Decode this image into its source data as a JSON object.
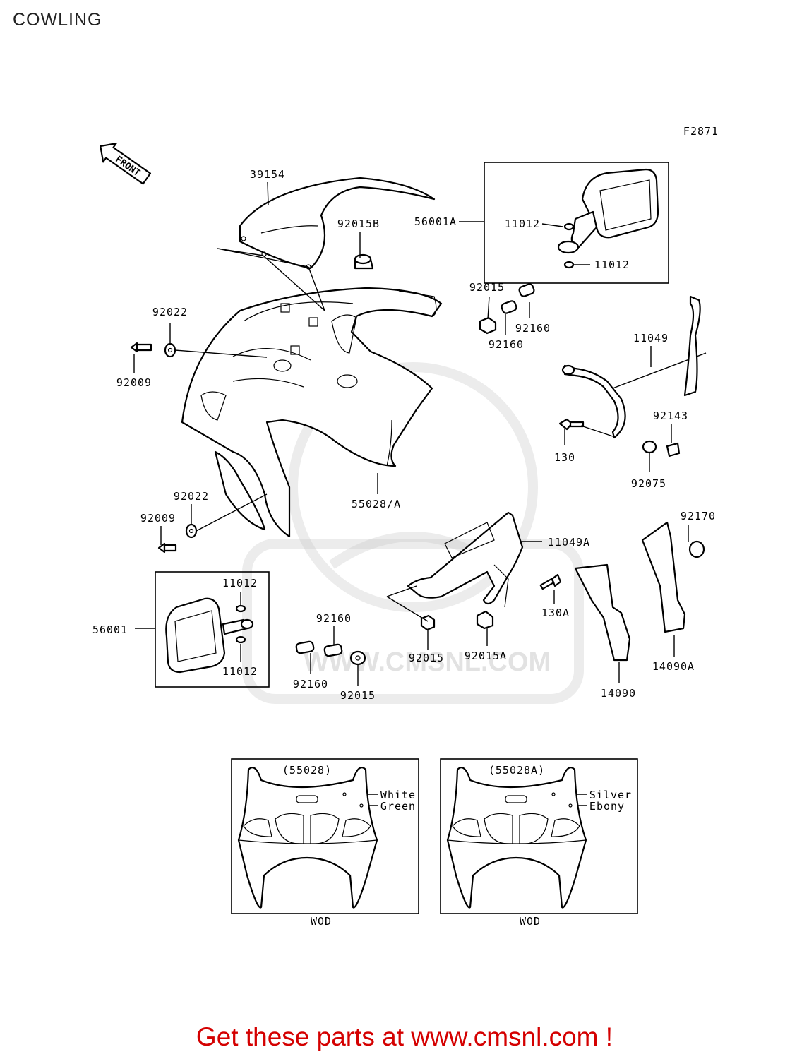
{
  "page": {
    "title": "COWLING",
    "figure_code": "F2871",
    "footer": "Get these parts at www.cmsnl.com !"
  },
  "front_arrow": "FRONT",
  "watermark": "WWW.CMSNL.COM",
  "parts": [
    {
      "id": "p1",
      "label": "39154"
    },
    {
      "id": "p2",
      "label": "92015B"
    },
    {
      "id": "p3",
      "label": "56001A"
    },
    {
      "id": "p4",
      "label": "11012"
    },
    {
      "id": "p5",
      "label": "11012"
    },
    {
      "id": "p6",
      "label": "92015"
    },
    {
      "id": "p7",
      "label": "92160"
    },
    {
      "id": "p8",
      "label": "92160"
    },
    {
      "id": "p9",
      "label": "92022"
    },
    {
      "id": "p10",
      "label": "92009"
    },
    {
      "id": "p11",
      "label": "11049"
    },
    {
      "id": "p12",
      "label": "92143"
    },
    {
      "id": "p13",
      "label": "130"
    },
    {
      "id": "p14",
      "label": "92075"
    },
    {
      "id": "p15",
      "label": "55028/A"
    },
    {
      "id": "p16",
      "label": "92022"
    },
    {
      "id": "p17",
      "label": "92009"
    },
    {
      "id": "p18",
      "label": "11049A"
    },
    {
      "id": "p19",
      "label": "92170"
    },
    {
      "id": "p20",
      "label": "11012"
    },
    {
      "id": "p21",
      "label": "56001"
    },
    {
      "id": "p22",
      "label": "11012"
    },
    {
      "id": "p23",
      "label": "92160"
    },
    {
      "id": "p24",
      "label": "92160"
    },
    {
      "id": "p25",
      "label": "92015"
    },
    {
      "id": "p26",
      "label": "92015"
    },
    {
      "id": "p27",
      "label": "92015A"
    },
    {
      "id": "p28",
      "label": "130A"
    },
    {
      "id": "p29",
      "label": "14090A"
    },
    {
      "id": "p30",
      "label": "14090"
    }
  ],
  "variants": [
    {
      "code": "(55028)",
      "colors": [
        "White",
        "Green"
      ],
      "note": "WOD"
    },
    {
      "code": "(55028A)",
      "colors": [
        "Silver",
        "Ebony"
      ],
      "note": "WOD"
    }
  ]
}
